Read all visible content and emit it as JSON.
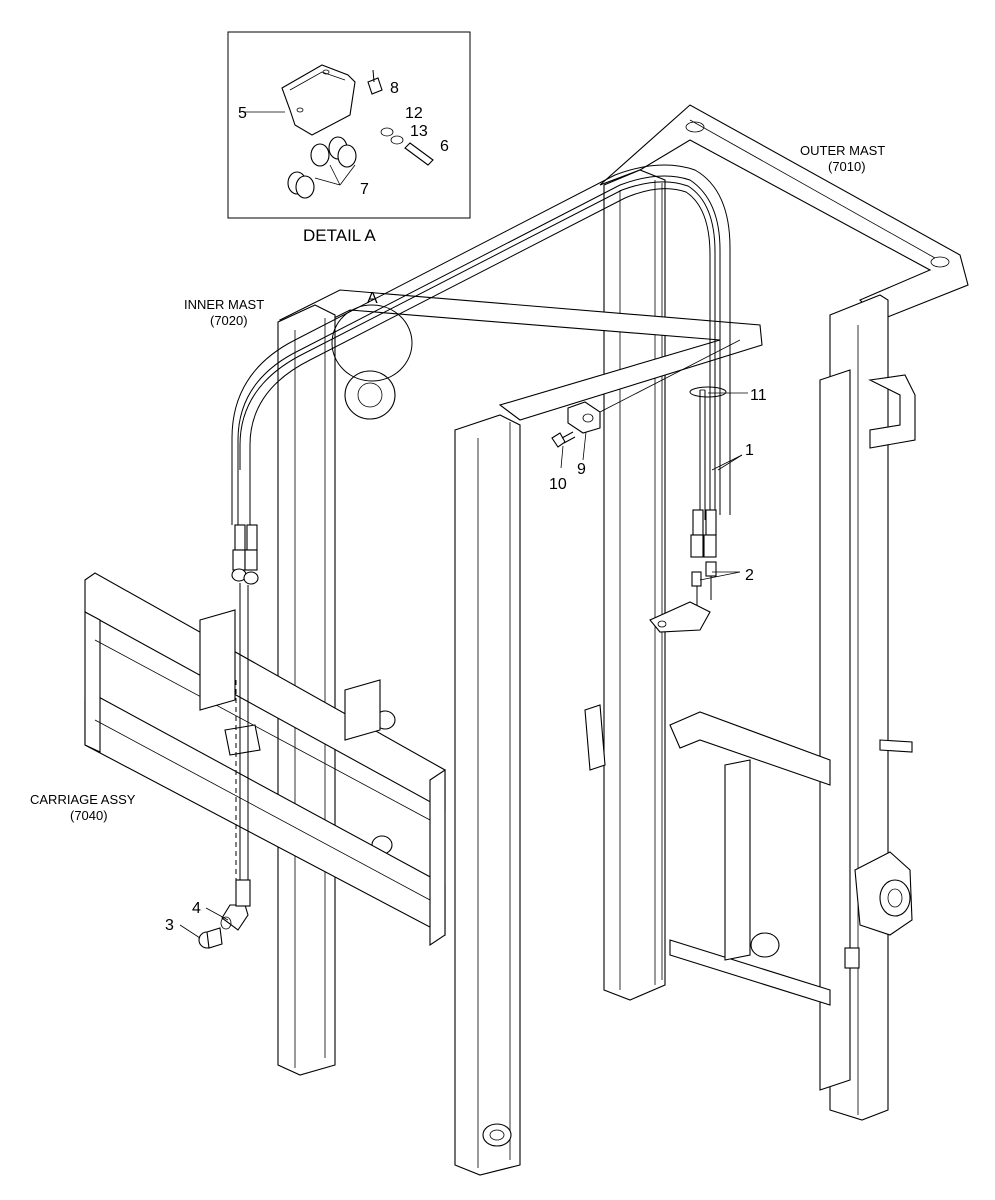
{
  "detail": {
    "caption": "DETAIL A",
    "callout_letter": "A",
    "labels": {
      "p5": "5",
      "p8": "8",
      "p12": "12",
      "p13": "13",
      "p6": "6",
      "p7": "7"
    }
  },
  "assemblies": {
    "outer_mast": {
      "name": "OUTER MAST",
      "code": "(7010)"
    },
    "inner_mast": {
      "name": "INNER MAST",
      "code": "(7020)"
    },
    "carriage": {
      "name": "CARRIAGE ASSY",
      "code": "(7040)"
    }
  },
  "callouts": {
    "p1": "1",
    "p2": "2",
    "p3": "3",
    "p4": "4",
    "p9": "9",
    "p10": "10",
    "p11": "11"
  }
}
